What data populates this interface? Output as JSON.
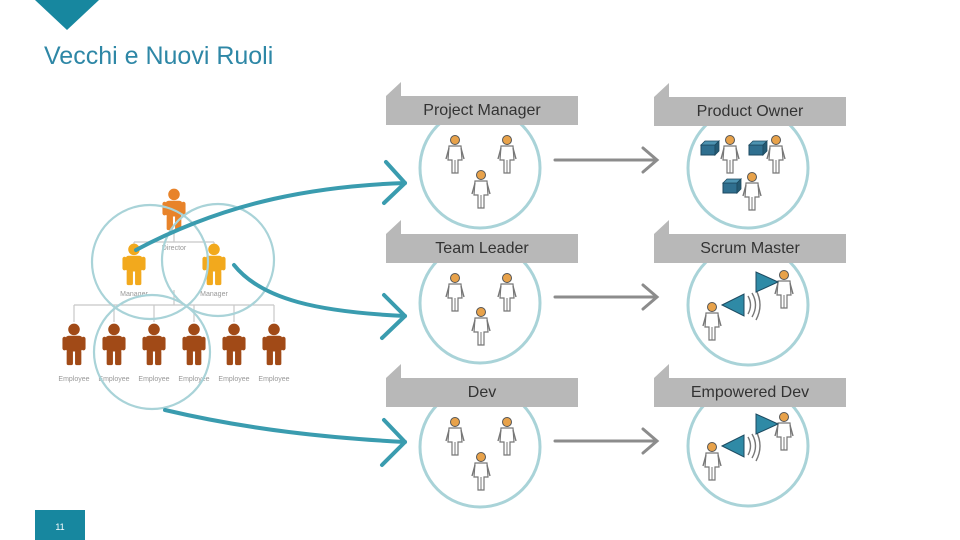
{
  "slide": {
    "title": "Vecchi e Nuovi Ruoli",
    "page_number": "11"
  },
  "org_chart": {
    "top_label": "Director",
    "manager_labels": [
      "Manager",
      "Manager"
    ],
    "employee_labels": [
      "Employee",
      "Employee",
      "Employee",
      "Employee",
      "Employee",
      "Employee"
    ],
    "colors": {
      "director": "#e8832a",
      "manager": "#f2a91d",
      "employee": "#a14a17"
    }
  },
  "roles": {
    "old": [
      "Project Manager",
      "Team Leader",
      "Dev"
    ],
    "new": [
      "Product Owner",
      "Scrum Master",
      "Empowered Dev"
    ]
  },
  "colors": {
    "accent": "#17879f",
    "arrow_teal": "#3a9caf",
    "circle_outline": "#a9d3d8",
    "label_gray": "#b8b8b8",
    "figure_gray": "#8c8c8c",
    "head_orange": "#e8a24a"
  }
}
